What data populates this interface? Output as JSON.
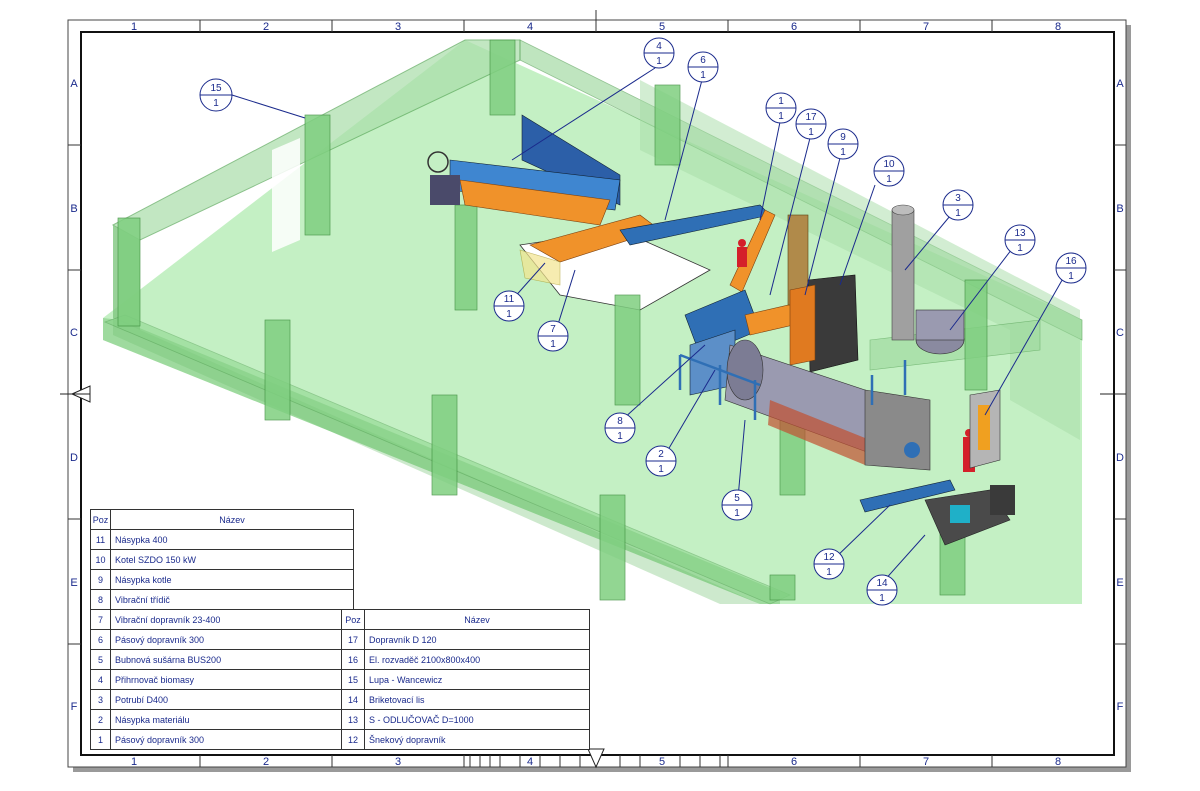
{
  "border": {
    "columns": [
      "1",
      "2",
      "3",
      "4",
      "5",
      "6",
      "7",
      "8"
    ],
    "rows": [
      "A",
      "B",
      "C",
      "D",
      "E",
      "F"
    ]
  },
  "balloons": [
    {
      "pos": "15",
      "sheet": "1"
    },
    {
      "pos": "4",
      "sheet": "1"
    },
    {
      "pos": "6",
      "sheet": "1"
    },
    {
      "pos": "1",
      "sheet": "1"
    },
    {
      "pos": "17",
      "sheet": "1"
    },
    {
      "pos": "9",
      "sheet": "1"
    },
    {
      "pos": "10",
      "sheet": "1"
    },
    {
      "pos": "3",
      "sheet": "1"
    },
    {
      "pos": "13",
      "sheet": "1"
    },
    {
      "pos": "16",
      "sheet": "1"
    },
    {
      "pos": "11",
      "sheet": "1"
    },
    {
      "pos": "7",
      "sheet": "1"
    },
    {
      "pos": "8",
      "sheet": "1"
    },
    {
      "pos": "2",
      "sheet": "1"
    },
    {
      "pos": "5",
      "sheet": "1"
    },
    {
      "pos": "12",
      "sheet": "1"
    },
    {
      "pos": "14",
      "sheet": "1"
    }
  ],
  "parts_list_left": {
    "header_poz": "Poz",
    "header_name": "Název",
    "rows": [
      {
        "poz": "11",
        "name": "Násypka 400"
      },
      {
        "poz": "10",
        "name": "Kotel SZDO 150 kW"
      },
      {
        "poz": "9",
        "name": "Násypka kotle"
      },
      {
        "poz": "8",
        "name": "Vibrační třídič"
      },
      {
        "poz": "7",
        "name": "Vibrační dopravník 23-400"
      },
      {
        "poz": "6",
        "name": "Pásový dopravník 300"
      },
      {
        "poz": "5",
        "name": "Bubnová sušárna BUS200"
      },
      {
        "poz": "4",
        "name": "Přihrnovač biomasy"
      },
      {
        "poz": "3",
        "name": "Potrubí D400"
      },
      {
        "poz": "2",
        "name": "Násypka materiálu"
      },
      {
        "poz": "1",
        "name": "Pásový dopravník 300"
      }
    ]
  },
  "parts_list_right": {
    "header_poz": "Poz",
    "header_name": "Název",
    "rows": [
      {
        "poz": "17",
        "name": "Dopravník D 120"
      },
      {
        "poz": "16",
        "name": "El. rozvaděč 2100x800x400"
      },
      {
        "poz": "15",
        "name": "Lupa - Wancewicz"
      },
      {
        "poz": "14",
        "name": "Briketovací lis"
      },
      {
        "poz": "13",
        "name": "S - ODLUČOVAČ  D=1000"
      },
      {
        "poz": "12",
        "name": "Šnekový dopravník"
      }
    ]
  },
  "colors": {
    "floor": "#bfeec0",
    "wall": "#9fdc9f",
    "wall_edge": "#4a9a4a",
    "column": "#7fcf80",
    "frame": "#1a2a8c",
    "machine_blue": "#2f6fb5",
    "machine_orange": "#f0922a",
    "machine_grey": "#8c8c8c",
    "dark_grey": "#3d3d3d"
  }
}
